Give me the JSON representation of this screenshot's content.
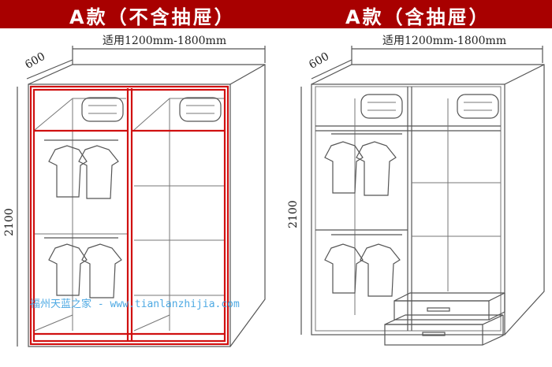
{
  "left_panel": {
    "title": "A款（不含抽屉）",
    "width_label": "适用1200mm-1800mm",
    "depth_label": "600",
    "height_label": "2100"
  },
  "right_panel": {
    "title": "A款（含抽屉）",
    "width_label": "适用1200mm-1800mm",
    "depth_label": "600",
    "height_label": "2100"
  },
  "watermark": "福州天蓝之家 - www.tianlanzhijia.com",
  "colors": {
    "banner": "#a80000",
    "highlight": "#d01010",
    "watermark": "#3aa0e0"
  }
}
